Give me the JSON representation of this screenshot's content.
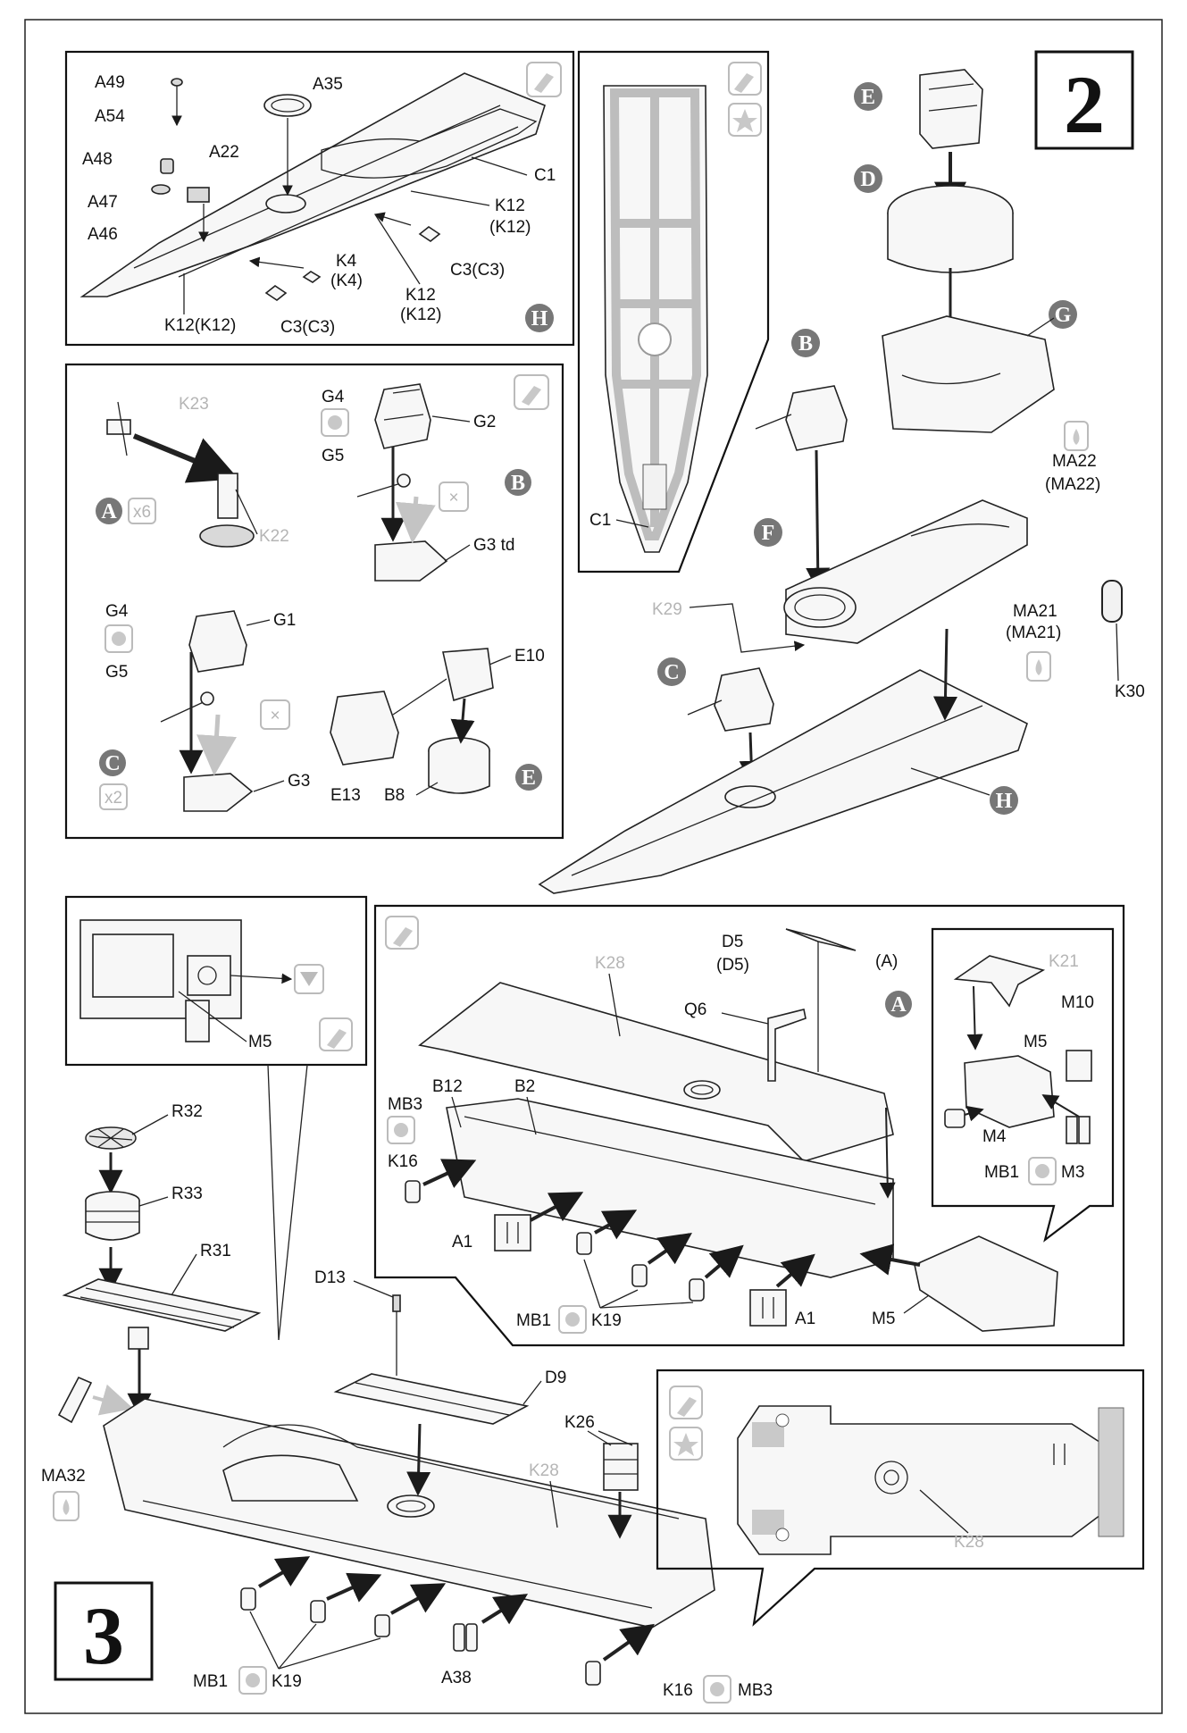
{
  "step_numbers": {
    "step2": "2",
    "step3": "3"
  },
  "step2": {
    "hull_front_panel": {
      "labels": {
        "a49": "A49",
        "a35": "A35",
        "a54": "A54",
        "a22": "A22",
        "a48": "A48",
        "c1": "C1",
        "a47": "A47",
        "k12a": "K12",
        "k12a_b": "(K12)",
        "a46": "A46",
        "c3a": "C3(C3)",
        "k4": "K4",
        "k4b": "(K4)",
        "k12b": "K12",
        "k12b_b": "(K12)",
        "k12c": "K12(K12)",
        "c3b": "C3(C3)",
        "circle_h": "H"
      }
    },
    "hull_top_panel": {
      "labels": {
        "c1": "C1"
      }
    },
    "turret_panel": {
      "labels": {
        "k23": "K23",
        "g4a": "G4",
        "g2": "G2",
        "g5a": "G5",
        "b": "B",
        "a": "A",
        "a_mult": "x6",
        "k22": "K22",
        "g3td": "G3 td",
        "g4b": "G4",
        "g1": "G1",
        "e10": "E10",
        "g5b": "G5",
        "c": "C",
        "c_mult": "x2",
        "g3": "G3",
        "e13": "E13",
        "b8": "B8",
        "e": "E"
      }
    },
    "main_assembly": {
      "labels": {
        "e": "E",
        "d": "D",
        "g": "G",
        "b": "B",
        "ma22": "MA22",
        "ma22b": "(MA22)",
        "f": "F",
        "k29": "K29",
        "ma21": "MA21",
        "ma21b": "(MA21)",
        "c": "C",
        "k30": "K30",
        "h": "H"
      }
    }
  },
  "step3": {
    "detail_m5": {
      "labels": {
        "m5": "M5"
      }
    },
    "superstructure_panel": {
      "labels": {
        "k28": "K28",
        "d5": "D5",
        "d5b": "(D5)",
        "a_paren": "(A)",
        "a": "A",
        "q6": "Q6",
        "mb3": "MB3",
        "b12": "B12",
        "b2": "B2",
        "k16": "K16",
        "a1a": "A1",
        "mb1": "MB1",
        "k19": "K19",
        "a1b": "A1",
        "m5": "M5"
      }
    },
    "inset_right": {
      "labels": {
        "k21": "K21",
        "m10": "M10",
        "m5": "M5",
        "m4": "M4",
        "mb1": "MB1",
        "m3": "M3"
      }
    },
    "main": {
      "labels": {
        "r32": "R32",
        "r33": "R33",
        "r31": "R31",
        "d13": "D13",
        "d9": "D9",
        "k26": "K26",
        "ma32": "MA32",
        "k28": "K28",
        "mb1": "MB1",
        "k19": "K19",
        "a38": "A38",
        "k16": "K16",
        "mb3": "MB3"
      }
    },
    "bottom_inset": {
      "labels": {
        "k28": "K28"
      }
    }
  }
}
